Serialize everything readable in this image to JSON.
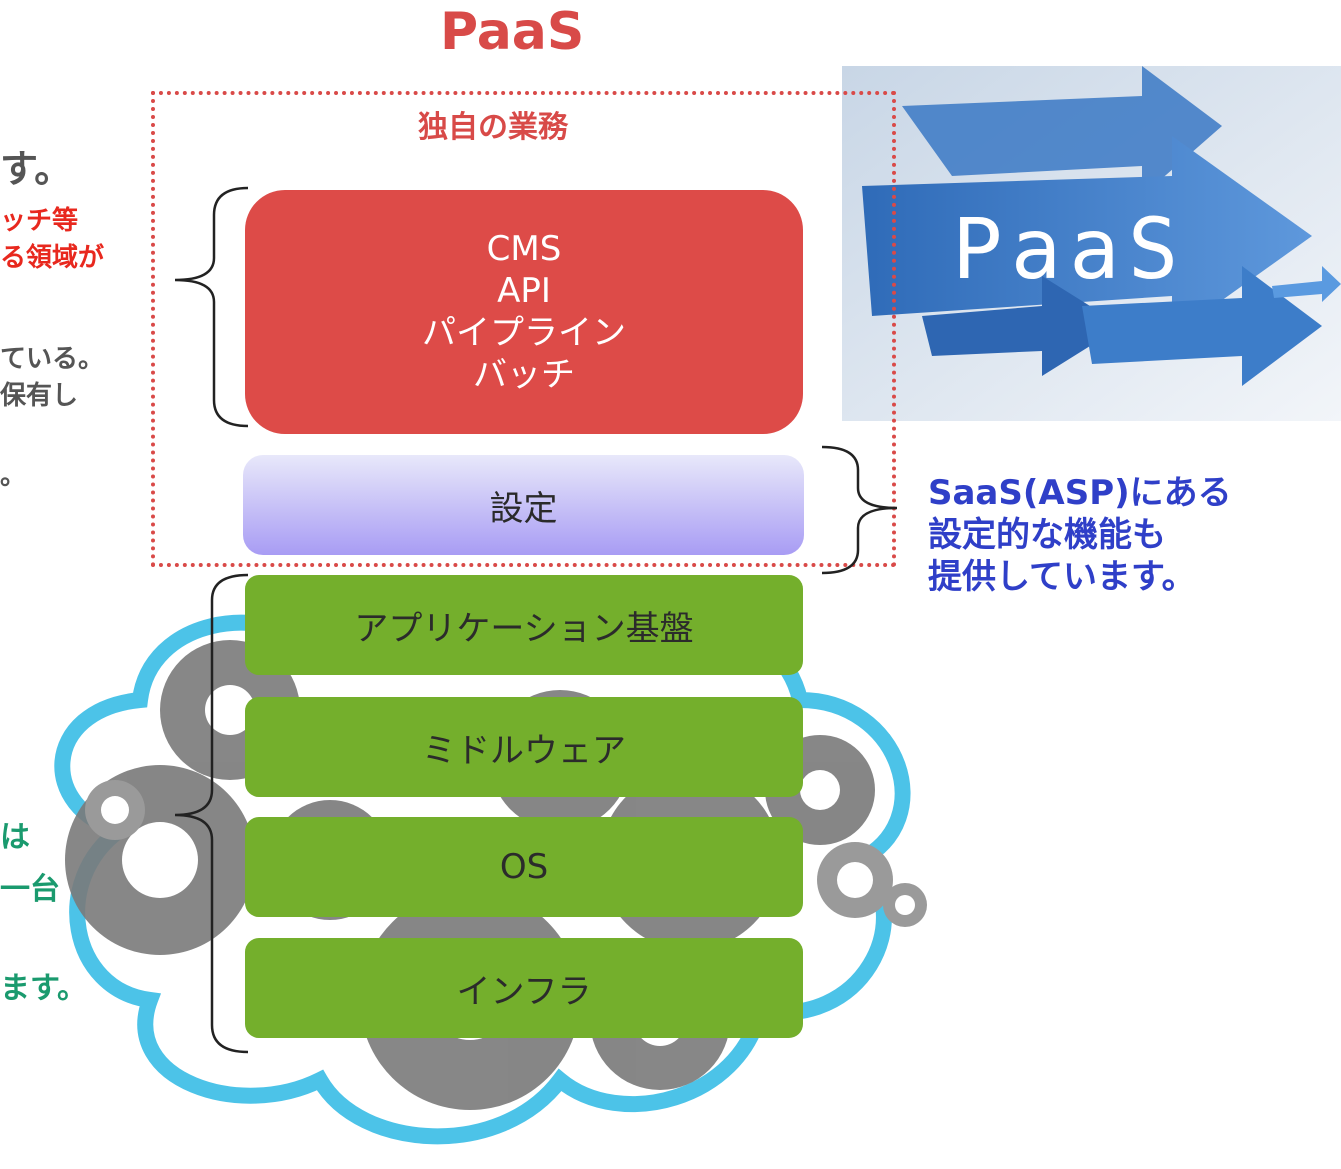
{
  "title": "PaaS",
  "left_text": {
    "line1": "す。",
    "line2": "ッチ等",
    "line3": "る領域が",
    "line4": "ている。",
    "line5": "保有し",
    "line6": "。",
    "green_line1": "は",
    "green_line2": "一台",
    "green_line3": "ます。"
  },
  "frame_label": "独自の業務",
  "custom_box": [
    "CMS",
    "API",
    "パイプライン",
    "バッチ"
  ],
  "settings_box": "設定",
  "stack": [
    "アプリケーション基盤",
    "ミドルウェア",
    "OS",
    "インフラ"
  ],
  "photo_label": "PaaS",
  "right_note": [
    "SaaS(ASP)にある",
    "設定的な機能も",
    "提供しています。"
  ],
  "colors": {
    "accent_red": "#d84a48",
    "box_red": "#dd4b48",
    "green": "#74af2c",
    "blue_text": "#2f3fc8",
    "teal_text": "#1a9a6e"
  }
}
